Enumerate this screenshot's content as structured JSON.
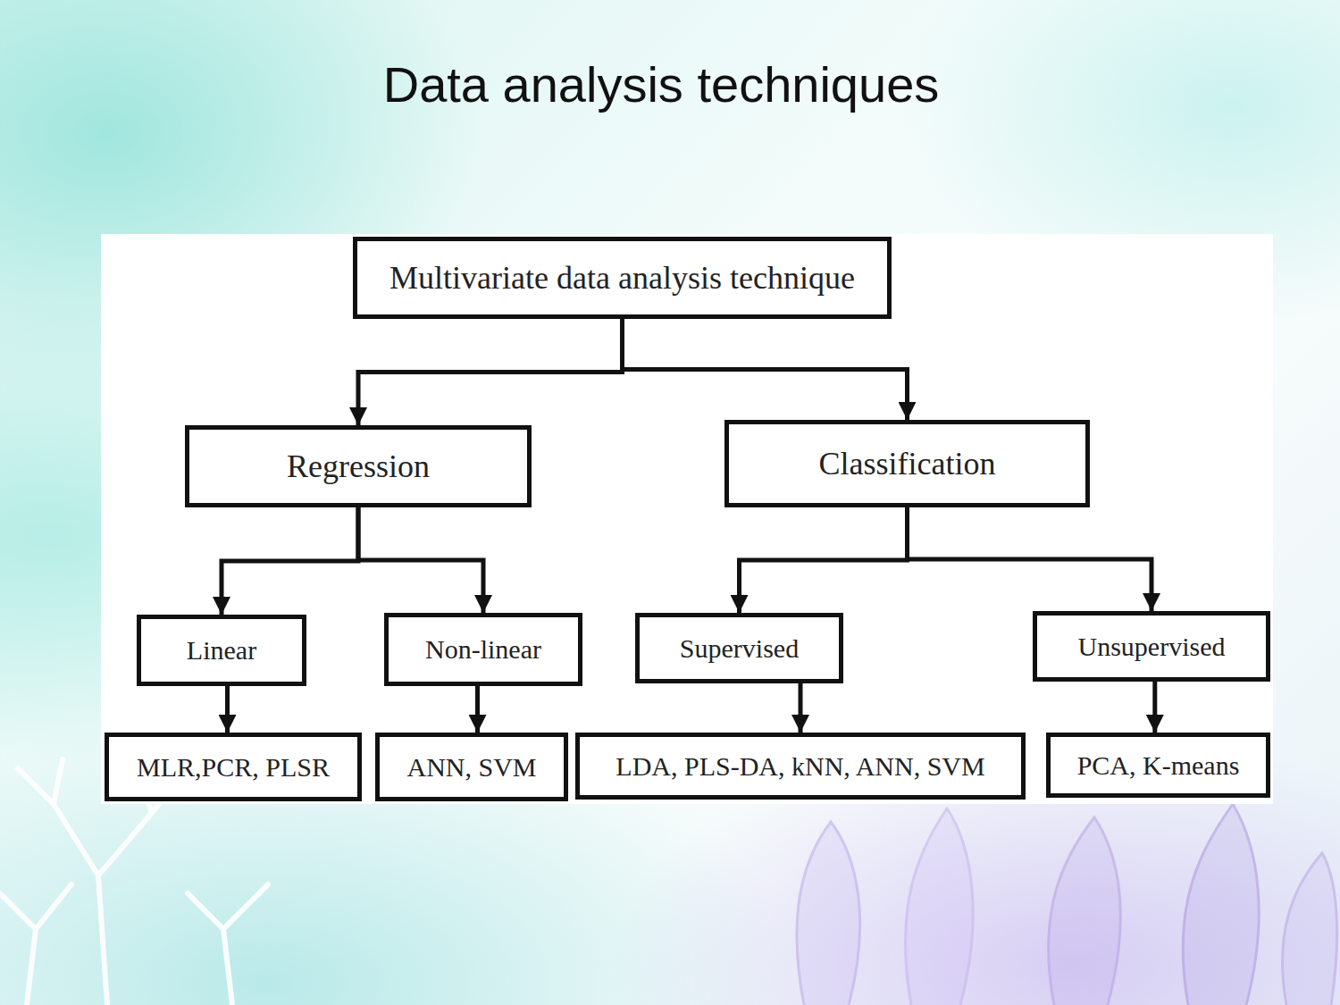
{
  "diagram": {
    "title": "Data analysis techniques",
    "nodes": [
      {
        "text": [
          "Multivariate data analysis  technique"
        ]
      },
      {
        "text": [
          "Regression"
        ]
      },
      {
        "text": [
          "Classification"
        ]
      },
      {
        "text": [
          "Linear"
        ]
      },
      {
        "text": [
          "Non-linear"
        ]
      },
      {
        "text": [
          "Supervised"
        ]
      },
      {
        "text": [
          "Unsupervised"
        ]
      },
      {
        "text": [
          "MLR,PCR, PLSR"
        ]
      },
      {
        "text": [
          "ANN, SVM"
        ]
      },
      {
        "text": [
          "LDA, PLS-DA, kNN, ANN, SVM"
        ]
      },
      {
        "text": [
          "PCA, K-means"
        ]
      }
    ],
    "edges": [
      {
        "from": 0,
        "to": 1,
        "arrow": "to"
      },
      {
        "from": 0,
        "to": 2,
        "arrow": "to"
      },
      {
        "from": 1,
        "to": 3,
        "arrow": "to"
      },
      {
        "from": 1,
        "to": 4,
        "arrow": "to"
      },
      {
        "from": 2,
        "to": 5,
        "arrow": "to"
      },
      {
        "from": 2,
        "to": 6,
        "arrow": "to"
      },
      {
        "from": 3,
        "to": 7,
        "arrow": "to"
      },
      {
        "from": 4,
        "to": 8,
        "arrow": "to"
      },
      {
        "from": 5,
        "to": 9,
        "arrow": "to"
      },
      {
        "from": 6,
        "to": 10,
        "arrow": "to"
      }
    ]
  }
}
